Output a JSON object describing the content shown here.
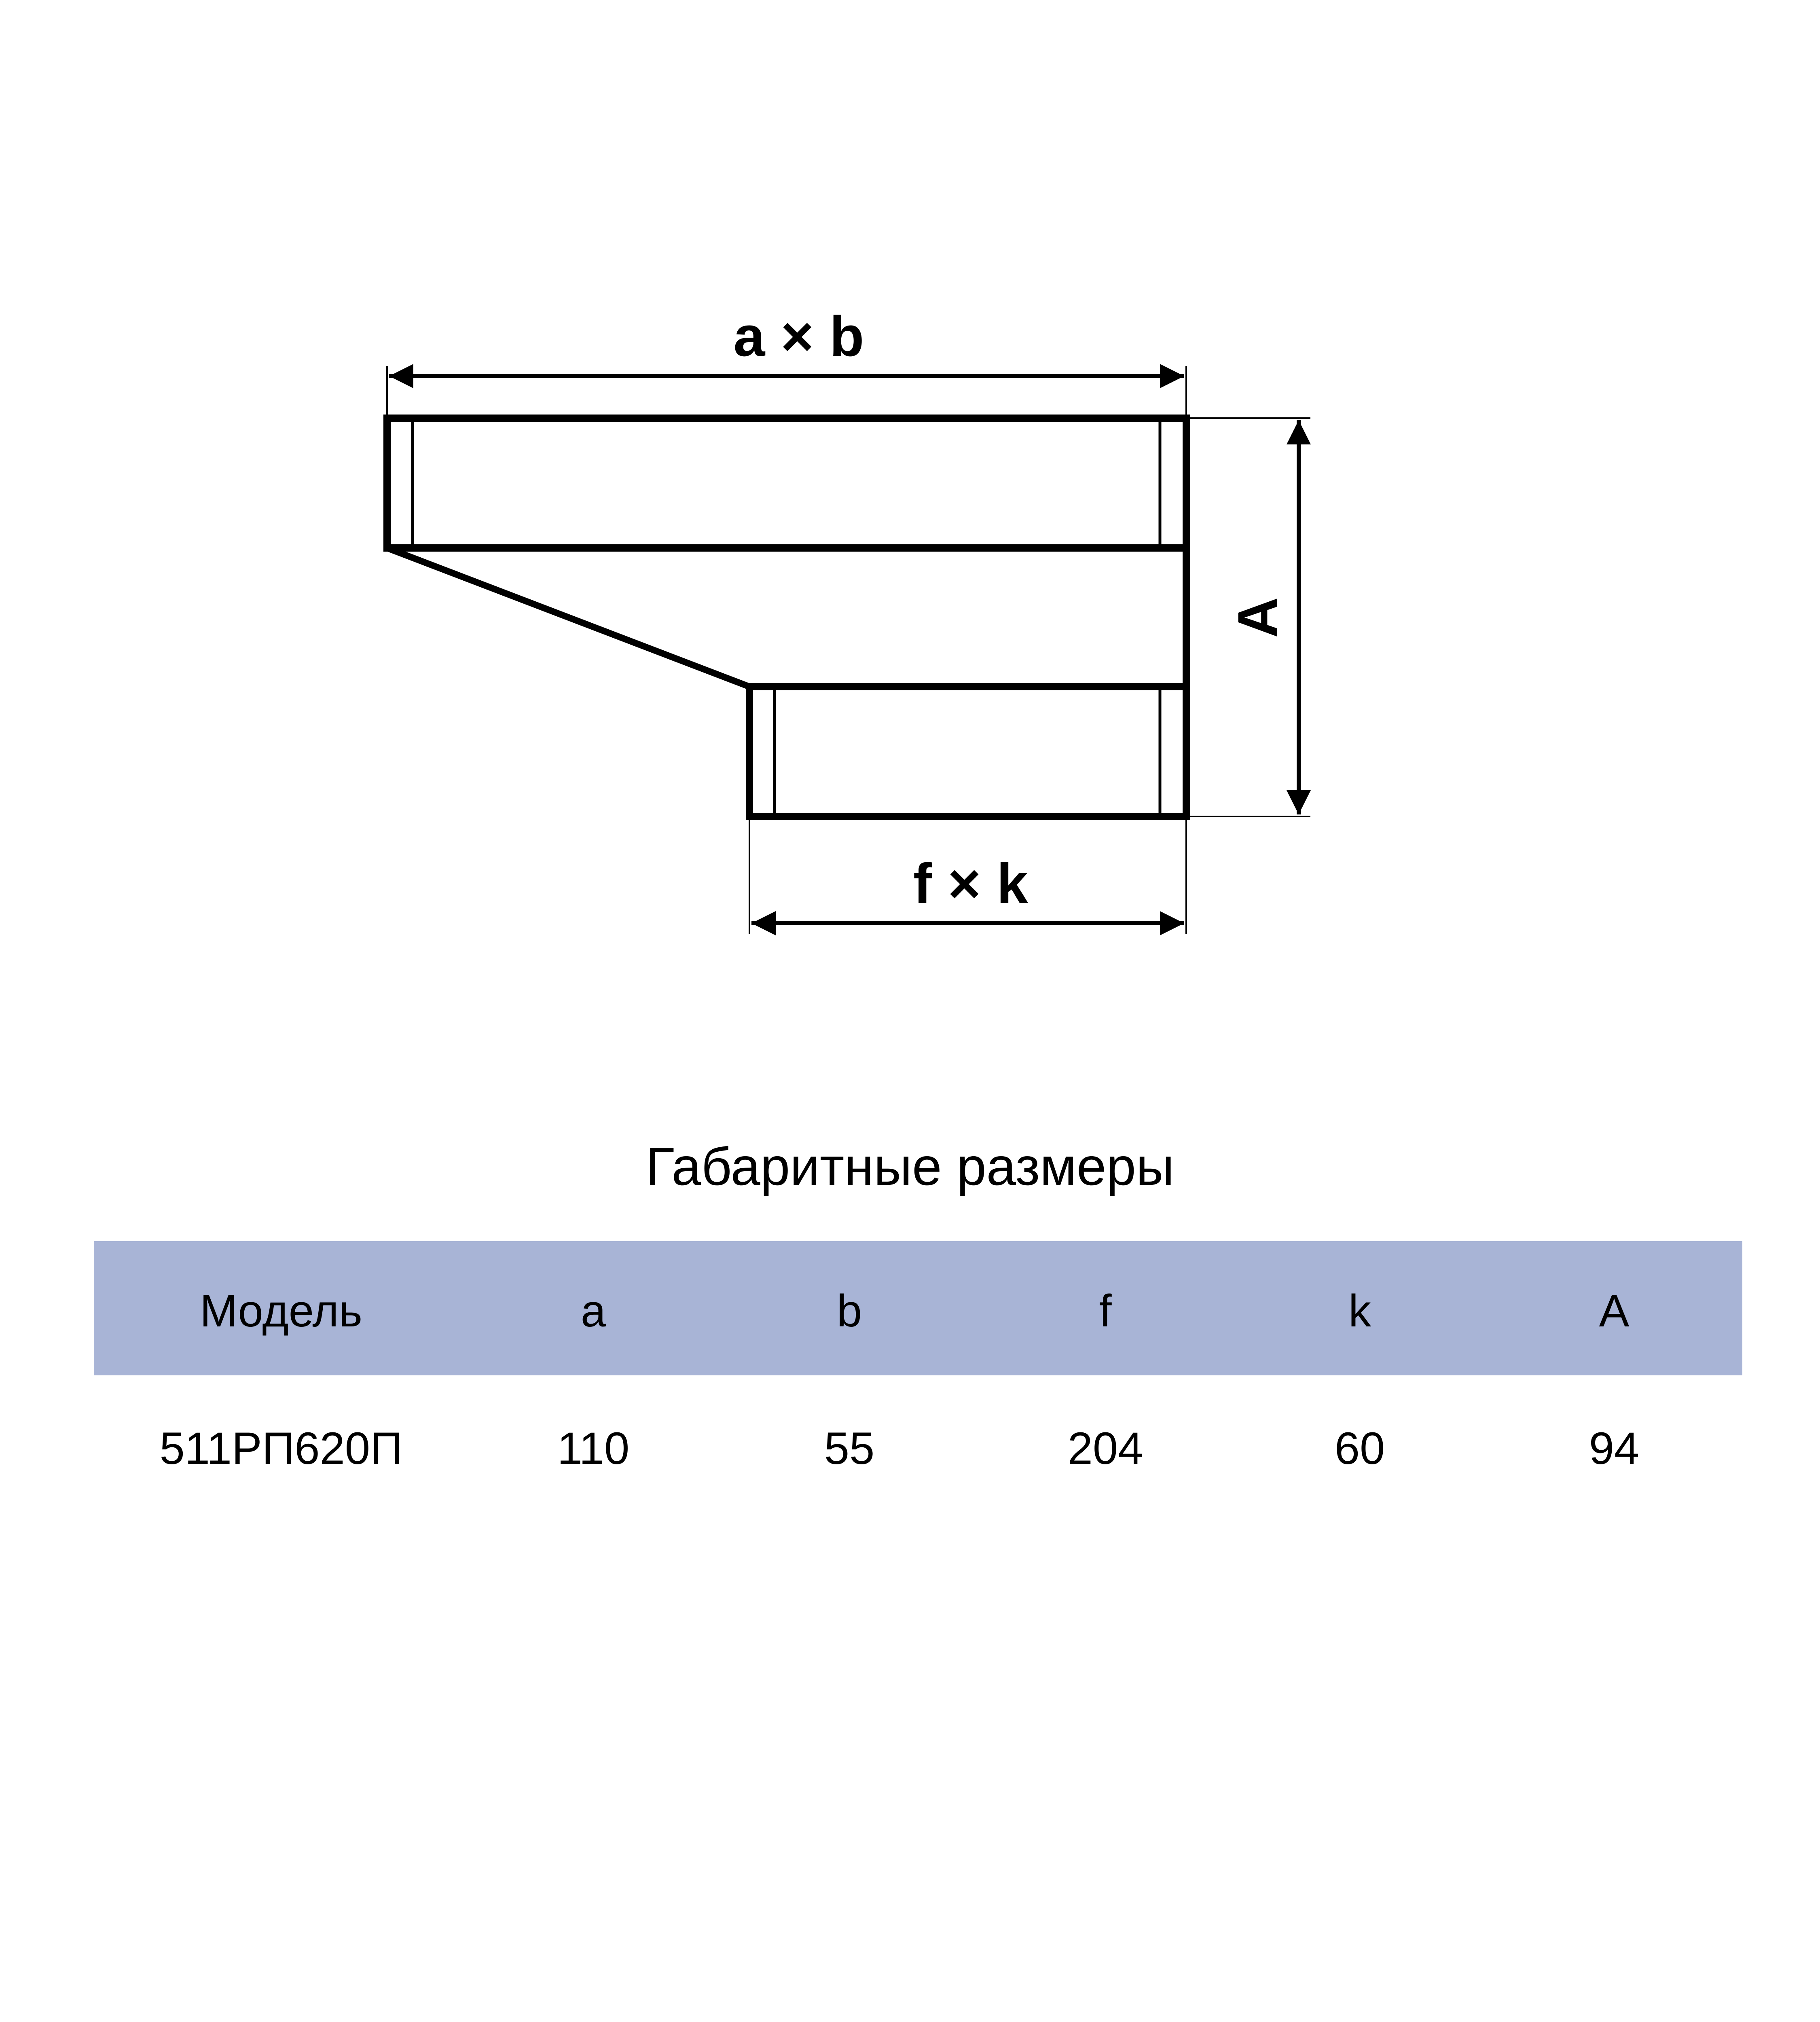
{
  "diagram": {
    "labels": {
      "top_dimension": "a × b",
      "bottom_dimension": "f × k",
      "height_dimension": "A"
    }
  },
  "title": "Габаритные размеры",
  "table": {
    "header_color": "#a8b4d6",
    "columns": [
      "Модель",
      "a",
      "b",
      "f",
      "k",
      "A"
    ],
    "rows": [
      [
        "511РП620П",
        "110",
        "55",
        "204",
        "60",
        "94"
      ]
    ]
  }
}
